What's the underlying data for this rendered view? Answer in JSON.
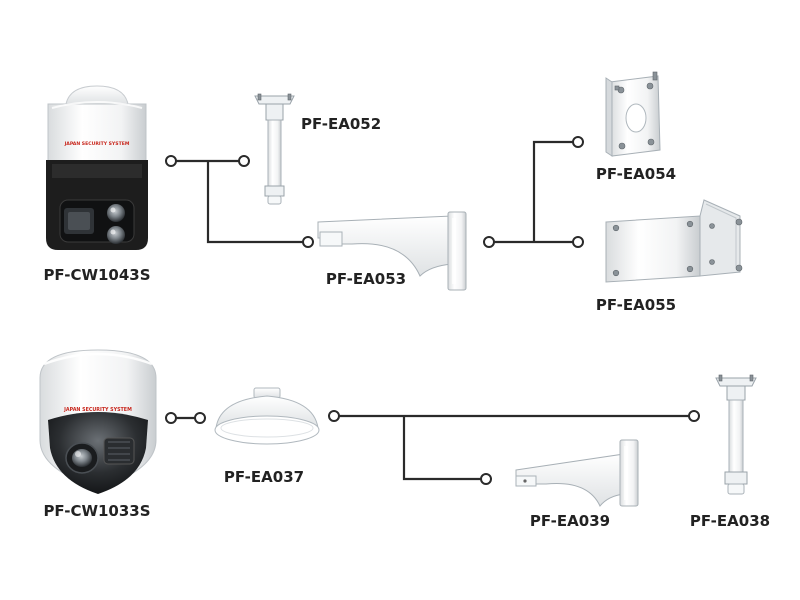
{
  "products": {
    "camera_1": "PF-CW1043S",
    "camera_2": "PF-CW1033S",
    "ea052": "PF-EA052",
    "ea053": "PF-EA053",
    "ea054": "PF-EA054",
    "ea055": "PF-EA055",
    "ea037": "PF-EA037",
    "ea039": "PF-EA039",
    "ea038": "PF-EA038"
  },
  "brand": "JAPAN SECURITY SYSTEM",
  "colors": {
    "line": "#2a2a2a",
    "label": "#222222",
    "camera_body": "#f3f3f3",
    "camera_dark": "#1d1d1d",
    "brand_red": "#c8281e"
  }
}
